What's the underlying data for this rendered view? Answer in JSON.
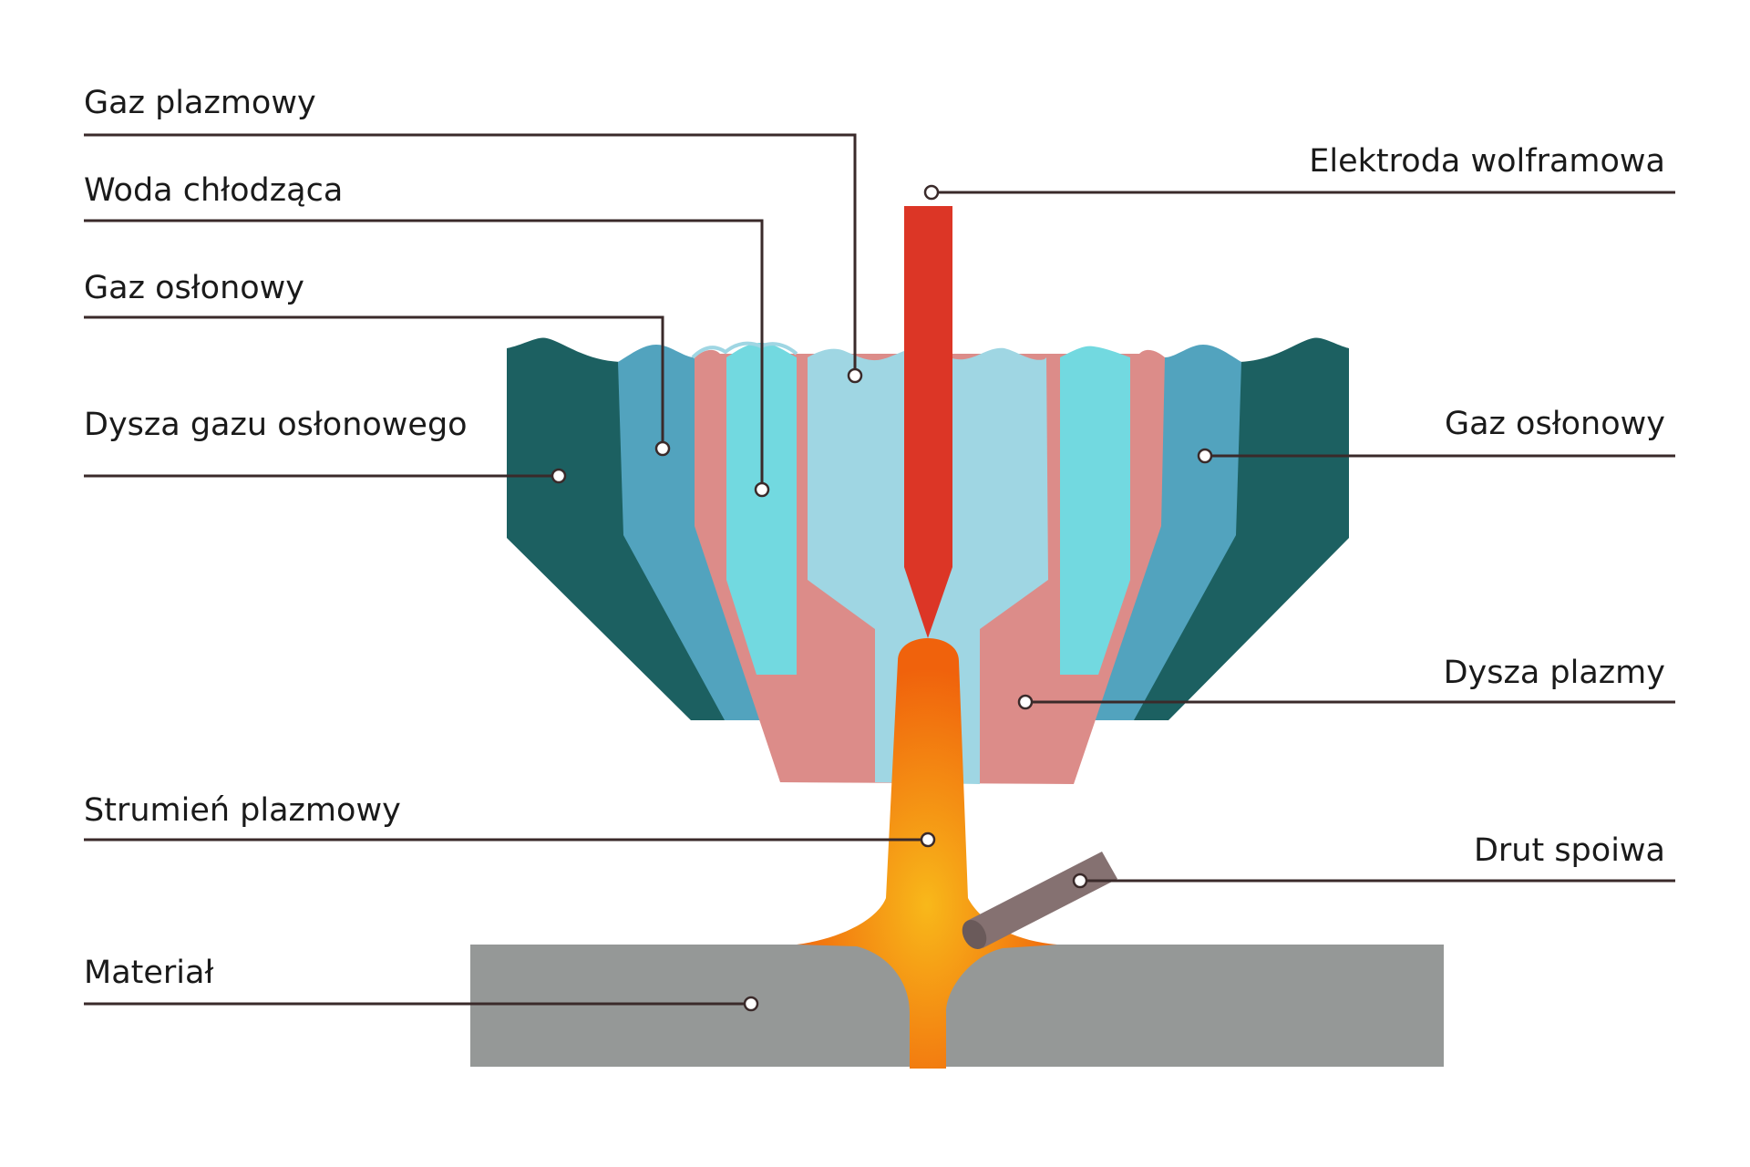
{
  "labels": {
    "plasma_gas": "Gaz plazmowy",
    "cooling_water": "Woda chłodząca",
    "shield_gas_left": "Gaz osłonowy",
    "shield_nozzle": "Dysza gazu osłonowego",
    "electrode": "Elektroda wolframowa",
    "shield_gas_right": "Gaz osłonowy",
    "plasma_nozzle": "Dysza plazmy",
    "plasma_jet": "Strumień plazmowy",
    "filler_wire": "Drut spoiwa",
    "material": "Materiał"
  },
  "colors": {
    "shield_nozzle": "#1c6061",
    "shield_gas": "#52a3be",
    "plasma_nozzle": "#dc8c89",
    "cooling_water": "#72d9e0",
    "plasma_gas": "#9fd6e3",
    "electrode": "#dc3626",
    "plasma_jet_core": "#f8b81a",
    "plasma_jet_edge": "#f0620c",
    "filler_wire": "#857171",
    "material": "#959897",
    "leader": "#3a2a2a"
  }
}
